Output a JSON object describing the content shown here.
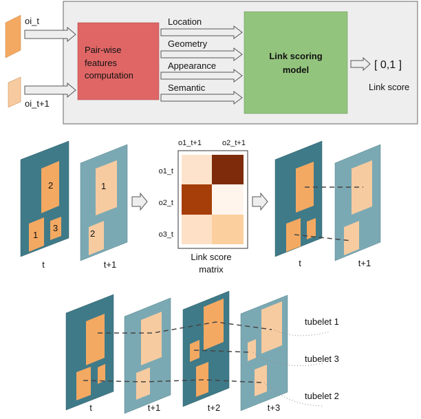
{
  "top": {
    "input_a": "oi_t",
    "input_b": "oi_t+1",
    "pairwise_line1": "Pair-wise",
    "pairwise_line2": "features",
    "pairwise_line3": "computation",
    "features": [
      "Location",
      "Geometry",
      "Appearance",
      "Semantic"
    ],
    "model_line1": "Link scoring",
    "model_line2": "model",
    "range": "[ 0,1 ]",
    "score_label": "Link score"
  },
  "middle": {
    "frame_a_label": "t",
    "frame_b_label": "t+1",
    "frame_a_boxes": [
      "2",
      "1",
      "3"
    ],
    "frame_b_boxes": [
      "1",
      "2"
    ],
    "matrix_cols": [
      "o1_t+1",
      "o2_t+1"
    ],
    "matrix_rows": [
      "o1_t",
      "o2_t",
      "o3_t"
    ],
    "matrix_caption_line1": "Link score",
    "matrix_caption_line2": "matrix",
    "result_a_label": "t",
    "result_b_label": "t+1"
  },
  "bottom": {
    "frame_labels": [
      "t",
      "t+1",
      "t+2",
      "t+3"
    ],
    "tubelets": [
      "tubelet 1",
      "tubelet 3",
      "tubelet 2"
    ]
  },
  "colors": {
    "dark_frame": "#3f7a88",
    "light_frame": "#7ba9b3",
    "orange_box": "#f4a962",
    "light_box": "#f7cba0",
    "pairwise_fill": "#e06666",
    "model_fill": "#93c47d",
    "panel_fill": "#eeeeee"
  }
}
